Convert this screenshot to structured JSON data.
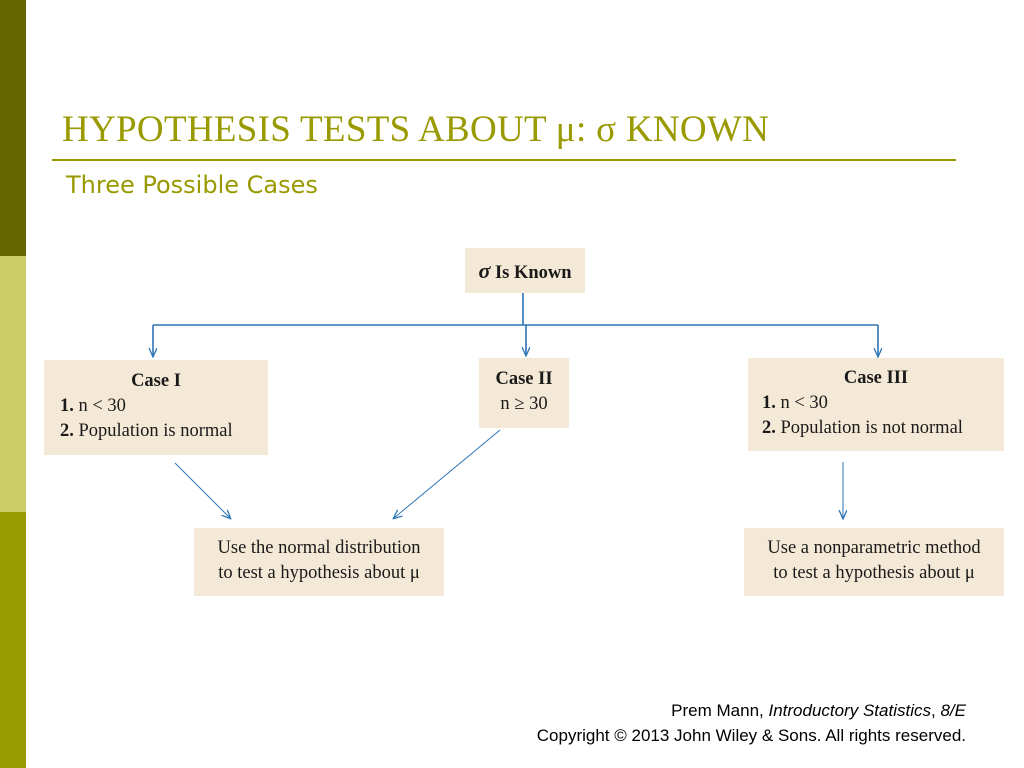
{
  "slide": {
    "title": "HYPOTHESIS TESTS ABOUT μ: σ KNOWN",
    "subtitle": "Three Possible Cases"
  },
  "diagram": {
    "root": {
      "symbol": "σ",
      "label": "Is Known"
    },
    "case1": {
      "heading": "Case I",
      "items": [
        {
          "num": "1.",
          "text": "n < 30"
        },
        {
          "num": "2.",
          "text": "Population is normal"
        }
      ]
    },
    "case2": {
      "heading": "Case II",
      "condition": "n ≥ 30"
    },
    "case3": {
      "heading": "Case III",
      "items": [
        {
          "num": "1.",
          "text": "n < 30"
        },
        {
          "num": "2.",
          "text": "Population is not normal"
        }
      ]
    },
    "outcome_normal": {
      "line1": "Use the normal distribution",
      "line2": "to test a hypothesis about μ"
    },
    "outcome_nonparam": {
      "line1": "Use a nonparametric method",
      "line2": "to test a hypothesis about μ"
    }
  },
  "footer": {
    "author": "Prem Mann,",
    "book": "Introductory Statistics",
    "sep": ",",
    "edition": "8/E",
    "copyright": "Copyright © 2013 John Wiley & Sons. All rights reserved."
  },
  "colors": {
    "accent": "#999900",
    "sidebar_dark": "#666600",
    "sidebar_light": "#cccc66",
    "box_fill": "#f4e8d6",
    "connector": "#2e75b6"
  }
}
